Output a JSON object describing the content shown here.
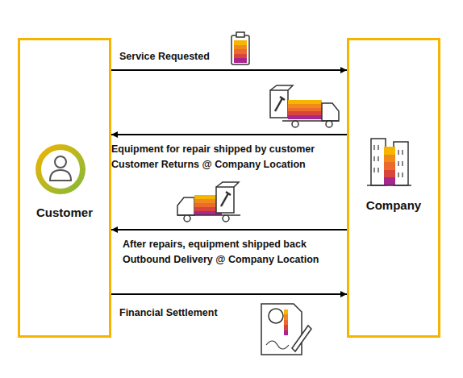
{
  "diagram": {
    "nodes": [
      {
        "text": [
          "Customer"
        ]
      },
      {
        "text": [
          "Company"
        ]
      }
    ],
    "edges": [
      {
        "from": 0,
        "to": 1,
        "arrow": "to",
        "label": "Service Requested"
      },
      {
        "from": 1,
        "to": 0,
        "arrow": "to",
        "label": "Equipment for repair shipped by customer Customer Returns @ Company Location"
      },
      {
        "from": 1,
        "to": 0,
        "arrow": "to",
        "label": "After repairs, equipment shipped back Outbound Delivery @ Company Location"
      },
      {
        "from": 0,
        "to": 1,
        "arrow": "to",
        "label": "Financial Settlement"
      }
    ]
  }
}
